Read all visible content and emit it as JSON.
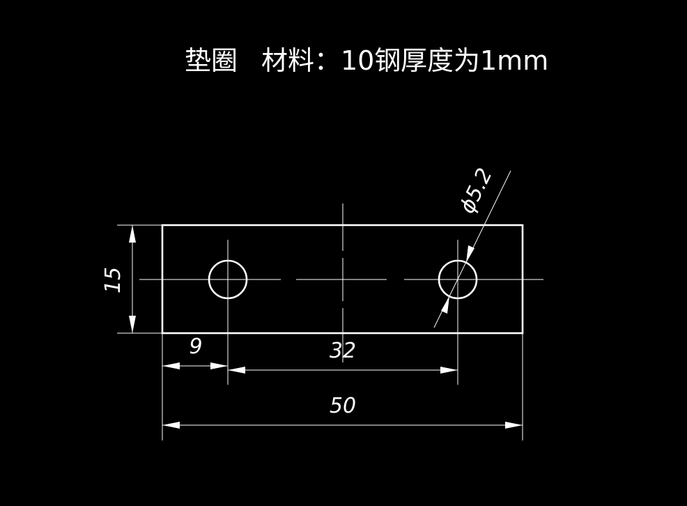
{
  "drawing": {
    "background_color": "#000000",
    "line_color": "#ffffff",
    "title": {
      "part_name": "垫圈",
      "material": "材料：10钢",
      "thickness": "厚度为1mm"
    },
    "dimensions": {
      "height": "15",
      "hole_offset": "9",
      "hole_spacing": "32",
      "overall_length": "50",
      "hole_diameter": "ϕ5.2"
    }
  }
}
